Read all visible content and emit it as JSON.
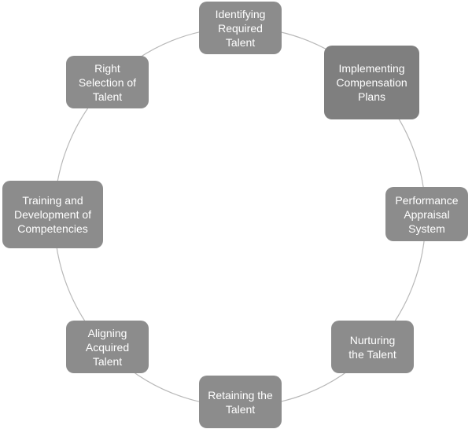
{
  "diagram": {
    "type": "cycle",
    "ring_color": "#b8b8b8",
    "node_color": "#8c8c8c",
    "highlight_color": "#7f7f7f",
    "text_color": "#ffffff",
    "nodes": [
      {
        "label": "Identifying\nRequired\nTalent"
      },
      {
        "label": "Implementing\nCompensation\nPlans"
      },
      {
        "label": "Performance\nAppraisal\nSystem"
      },
      {
        "label": "Nurturing\nthe Talent"
      },
      {
        "label": "Retaining the\nTalent"
      },
      {
        "label": "Aligning\nAcquired\nTalent"
      },
      {
        "label": "Training and\nDevelopment of\nCompetencies"
      },
      {
        "label": "Right\nSelection of\nTalent"
      }
    ]
  }
}
